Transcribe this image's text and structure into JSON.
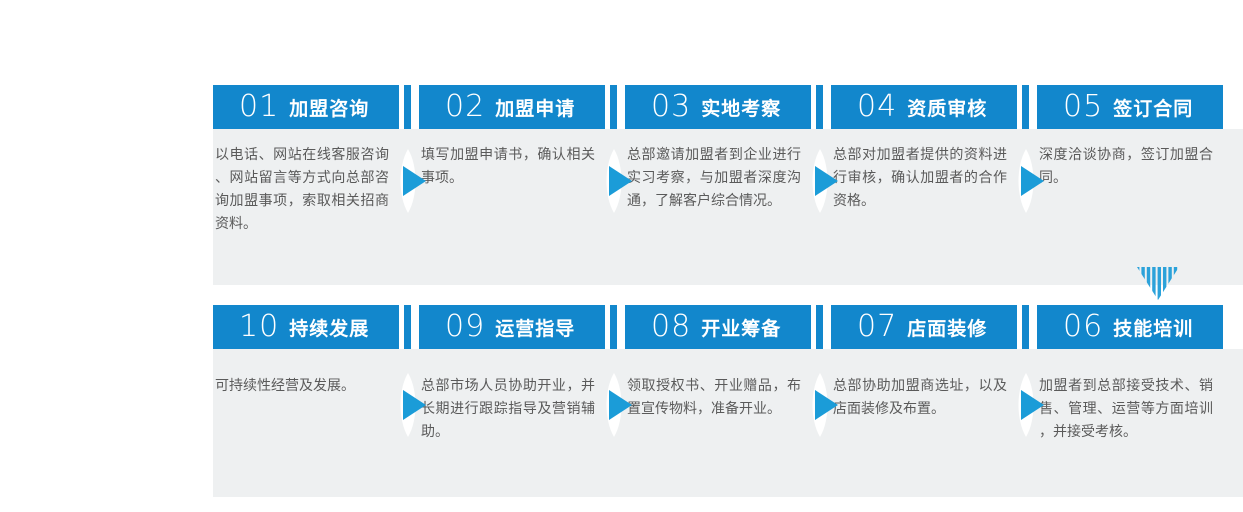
{
  "page": {
    "background": "#ffffff"
  },
  "colors": {
    "header_blue": "#1287cc",
    "arrow_blue": "#1b9cd8",
    "band_gray": "#eef0f1",
    "text_gray": "#5a5a5a"
  },
  "icons": {
    "step_arrow": "▶",
    "down_arrow": "▼"
  },
  "rows": [
    {
      "steps": [
        {
          "number": "01",
          "title": "加盟咨询",
          "desc": "以电话、网站在线客服咨询、网站留言等方式向总部咨询加盟事项，索取相关招商资料。"
        },
        {
          "number": "02",
          "title": "加盟申请",
          "desc": "填写加盟申请书，确认相关事项。"
        },
        {
          "number": "03",
          "title": "实地考察",
          "desc": "总部邀请加盟者到企业进行实习考察，与加盟者深度沟通，了解客户综合情况。"
        },
        {
          "number": "04",
          "title": "资质审核",
          "desc": "总部对加盟者提供的资料进行审核，确认加盟者的合作资格。"
        },
        {
          "number": "05",
          "title": "签订合同",
          "desc": "深度洽谈协商，签订加盟合同。"
        }
      ]
    },
    {
      "steps": [
        {
          "number": "10",
          "title": "持续发展",
          "desc": "可持续性经营及发展。"
        },
        {
          "number": "09",
          "title": "运营指导",
          "desc": "总部市场人员协助开业，并长期进行跟踪指导及营销辅助。"
        },
        {
          "number": "08",
          "title": "开业筹备",
          "desc": "领取授权书、开业赠品，布置宣传物料，准备开业。"
        },
        {
          "number": "07",
          "title": "店面装修",
          "desc": "总部协助加盟商选址，以及店面装修及布置。"
        },
        {
          "number": "06",
          "title": "技能培训",
          "desc": "加盟者到总部接受技术、销售、管理、运营等方面培训，并接受考核。"
        }
      ]
    }
  ]
}
